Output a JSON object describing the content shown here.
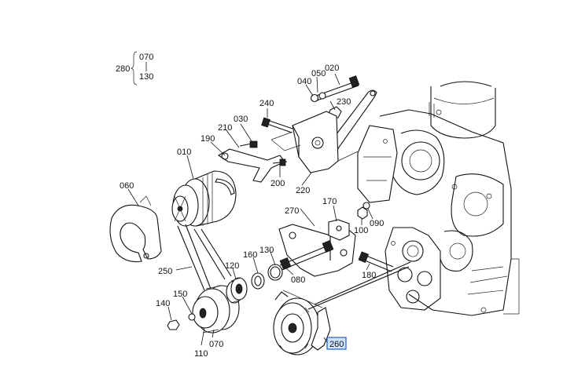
{
  "diagram": {
    "bracket_group": {
      "ref": "280",
      "items": [
        "070",
        "130"
      ]
    },
    "part_labels": {
      "p010": "010",
      "p020": "020",
      "p030": "030",
      "p040": "040",
      "p050": "050",
      "p060": "060",
      "p070a": "070",
      "p080": "080",
      "p090": "090",
      "p100": "100",
      "p110": "110",
      "p120": "120",
      "p130": "130",
      "p140": "140",
      "p150": "150",
      "p160": "160",
      "p170": "170",
      "p180": "180",
      "p190": "190",
      "p200": "200",
      "p210": "210",
      "p220": "220",
      "p230": "230",
      "p240": "240",
      "p250": "250",
      "p260": "260",
      "p270": "270"
    },
    "highlighted_part": "260",
    "highlight_color": "#cfe3ff",
    "highlight_border": "#1f5fbf"
  }
}
